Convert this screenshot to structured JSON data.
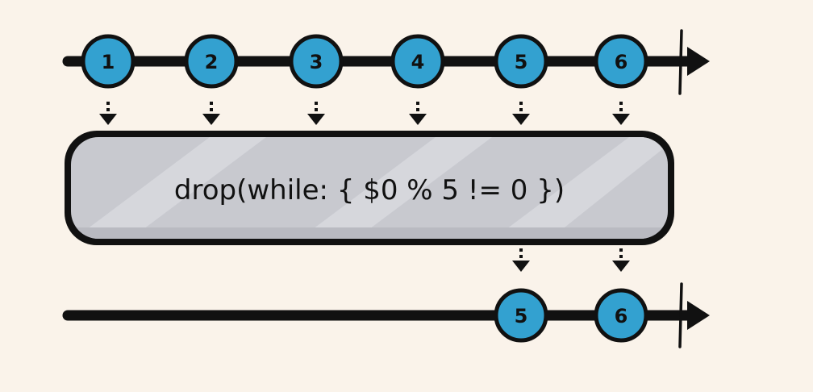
{
  "input_stream": {
    "values": [
      "1",
      "2",
      "3",
      "4",
      "5",
      "6"
    ]
  },
  "operator": {
    "label": "drop(while: { $0 % 5 != 0 })"
  },
  "output_stream": {
    "values": [
      "5",
      "6"
    ]
  },
  "colors": {
    "background": "#faf3ea",
    "marble_fill": "#33a1d0",
    "ink": "#111111",
    "operator_fill": "#c8c9cf"
  }
}
